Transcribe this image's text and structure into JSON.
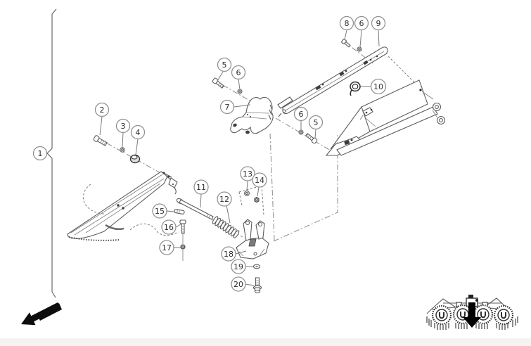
{
  "page": {
    "background_color": "#ffffff",
    "bottom_strip_color": "#f6f2f2"
  },
  "diagram": {
    "type": "exploded-parts-diagram",
    "line_color": "#5d5d5d",
    "callout_stroke_color": "#919191",
    "callouts": [
      "1",
      "2",
      "3",
      "4",
      "5",
      "6",
      "7",
      "6",
      "5",
      "8",
      "6",
      "9",
      "10",
      "11",
      "12",
      "13",
      "14",
      "15",
      "16",
      "17",
      "18",
      "19",
      "20"
    ],
    "part_numbers_shown": [
      "1",
      "2",
      "3",
      "4",
      "5",
      "6",
      "7",
      "8",
      "9",
      "10",
      "11",
      "12",
      "13",
      "14",
      "15",
      "16",
      "17",
      "18",
      "19",
      "20"
    ],
    "icons": {
      "direction_arrow": "bold-arrow-pointing-lower-left",
      "thumbnail_arrow": "bold-arrow-pointing-down",
      "thumbnail": "machine-front-view-four-rotors"
    }
  }
}
